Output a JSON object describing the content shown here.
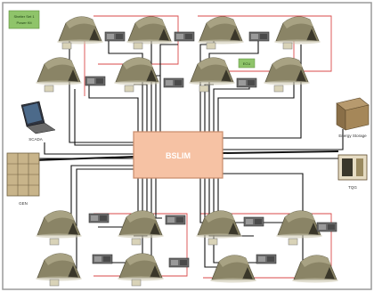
{
  "hub": {
    "label": "BSLIM"
  },
  "legend": {
    "line1": "Shelter Set 1",
    "line2": "Power Kit"
  },
  "annotations": {
    "ecu_tag": "ECU",
    "laptop": "SCADA",
    "generator": "GEN",
    "storage": "Energy Storage",
    "tqg": "TQG"
  },
  "colors": {
    "frame": "#9a9a9a",
    "hub_fill": "#f6c2a4",
    "hub_border": "#c98b6a",
    "cable": "#111111",
    "red_wire": "#d94a4a",
    "tent": "#8a8466",
    "tent_dark": "#5e5a44",
    "legend_bg": "#8fc46a"
  }
}
